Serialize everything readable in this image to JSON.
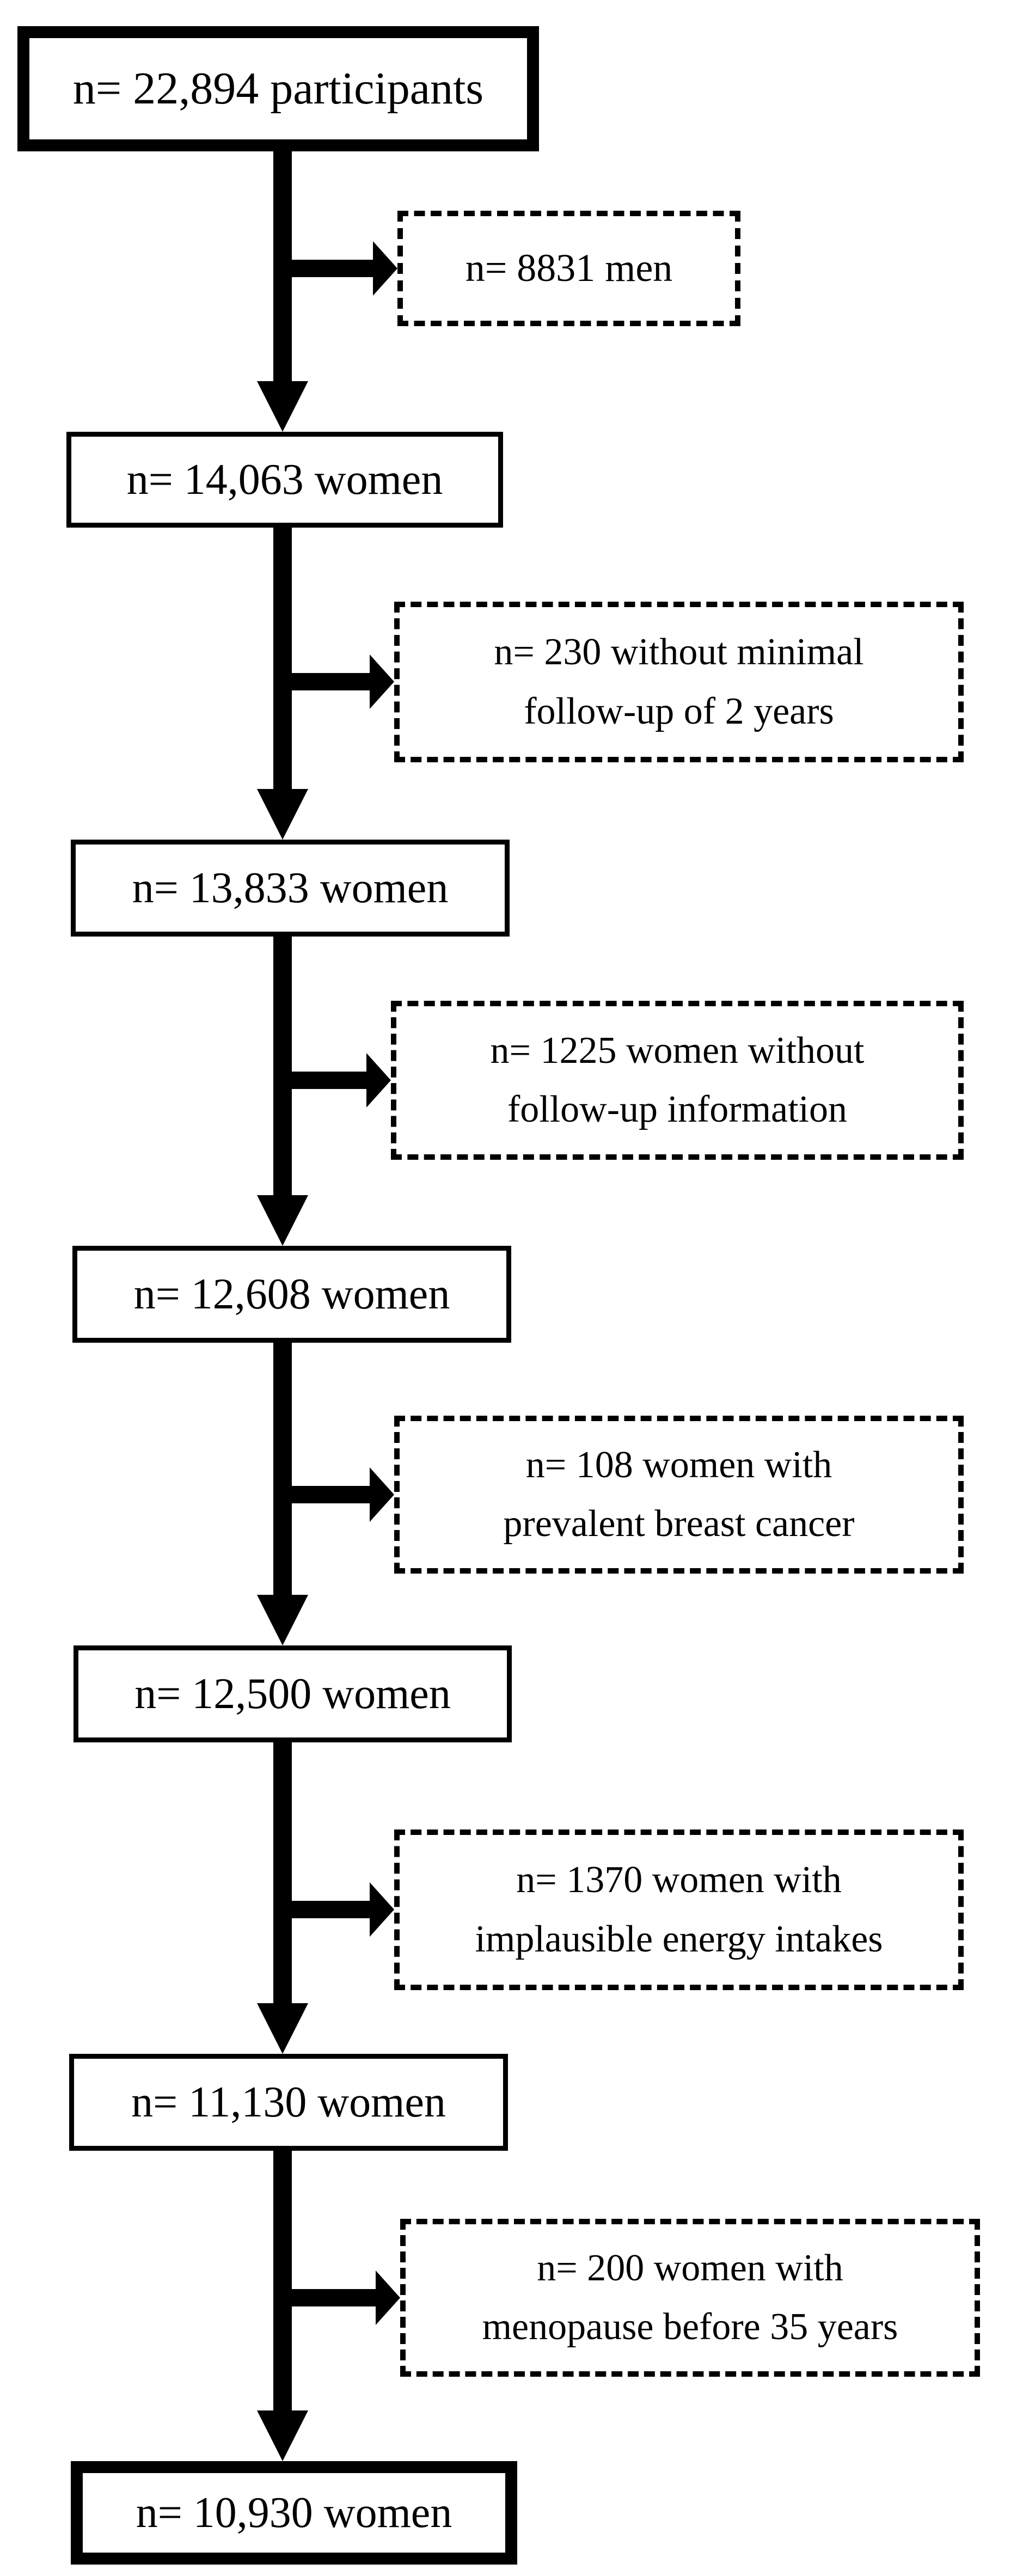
{
  "figure": {
    "type": "participant-selection-flowchart",
    "background_color": "#ffffff",
    "line_color": "#000000"
  },
  "flow": {
    "main_boxes": [
      {
        "label": "n= 22,894 participants",
        "border": "thick"
      },
      {
        "label": "n= 14,063 women",
        "border": "thin"
      },
      {
        "label": "n= 13,833 women",
        "border": "thin"
      },
      {
        "label": "n= 12,608 women",
        "border": "thin"
      },
      {
        "label": "n= 12,500 women",
        "border": "thin"
      },
      {
        "label": "n= 11,130 women",
        "border": "thin"
      },
      {
        "label": "n= 10,930 women",
        "border": "thick"
      }
    ],
    "exclusion_boxes": [
      {
        "label": "n= 8831 men"
      },
      {
        "label": "n= 230 without minimal\nfollow-up of 2 years"
      },
      {
        "label": "n= 1225 women without\nfollow-up information"
      },
      {
        "label": "n= 108 women with\nprevalent breast cancer"
      },
      {
        "label": "n= 1370 women with\nimplausible energy intakes"
      },
      {
        "label": "n= 200 women with\nmenopause before 35 years"
      }
    ]
  }
}
